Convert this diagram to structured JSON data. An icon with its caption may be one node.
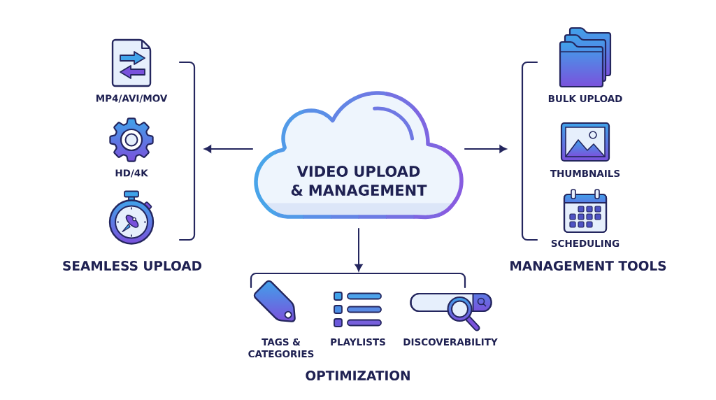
{
  "diagram": {
    "nodes": [
      {
        "text": [
          "VIDEO UPLOAD & MANAGEMENT"
        ]
      },
      {
        "text": [
          "SEAMLESS UPLOAD"
        ]
      },
      {
        "text": [
          "MANAGEMENT TOOLS"
        ]
      },
      {
        "text": [
          "OPTIMIZATION"
        ]
      }
    ],
    "edges": [
      {
        "from": 0,
        "to": 1,
        "arrow": "to"
      },
      {
        "from": 0,
        "to": 2,
        "arrow": "to"
      },
      {
        "from": 0,
        "to": 3,
        "arrow": "to"
      }
    ],
    "labels": [
      "MP4/AVI/MOV",
      "HD/4K",
      "BULK UPLOAD",
      "THUMBNAILS",
      "SCHEDULING",
      "TAGS & CATEGORIES",
      "PLAYLISTS",
      "DISCOVERABILITY"
    ]
  }
}
